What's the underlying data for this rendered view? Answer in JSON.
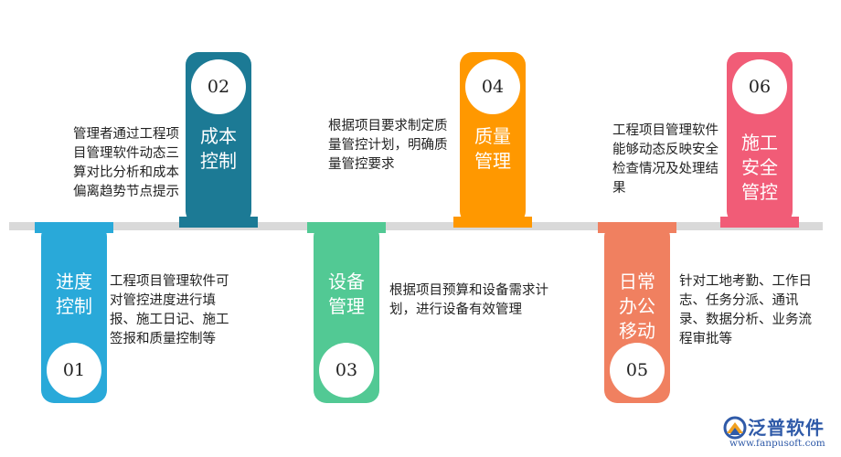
{
  "steps": [
    {
      "number": "01",
      "title": "进度\n控制",
      "desc": "工程项目管理软件可对管控进度进行填报、施工日记、施工签报和质量控制等",
      "color": "#29a9d9"
    },
    {
      "number": "02",
      "title": "成本\n控制",
      "desc": "管理者通过工程项目管理软件动态三算对比分析和成本偏离趋势节点提示",
      "color": "#1c7a95"
    },
    {
      "number": "03",
      "title": "设备\n管理",
      "desc": "根据项目预算和设备需求计划，进行设备有效管理",
      "color": "#52c994"
    },
    {
      "number": "04",
      "title": "质量\n管理",
      "desc": "根据项目要求制定质量管控计划，明确质量管控要求",
      "color": "#ff9800"
    },
    {
      "number": "05",
      "title": "日常\n办公\n移动",
      "desc": "针对工地考勤、工作日志、任务分派、通讯录、数据分析、业务流程审批等",
      "color": "#f08060"
    },
    {
      "number": "06",
      "title": "施工\n安全\n管控",
      "desc": "工程项目管理软件能够动态反映安全检查情况及处理结果",
      "color": "#f15c77"
    }
  ],
  "logo": {
    "name": "泛普软件",
    "url": "www.fanpusoft.com",
    "color": "#2f5aa8"
  }
}
